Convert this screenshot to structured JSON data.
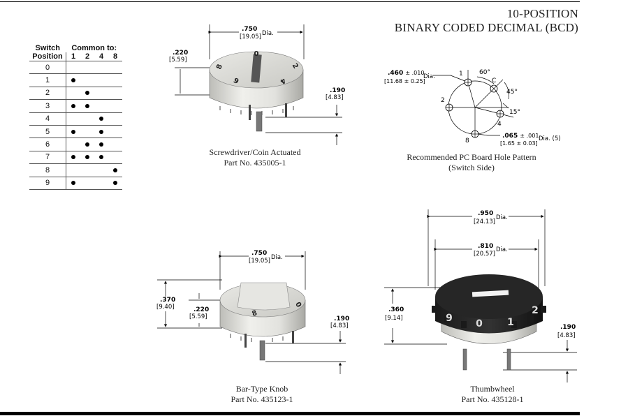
{
  "title": {
    "line1": "10-POSITION",
    "line2": "BINARY CODED DECIMAL (BCD)"
  },
  "table": {
    "header_switch": "Switch",
    "header_position": "Position",
    "header_common": "Common to:",
    "bits": [
      "1",
      "2",
      "4",
      "8"
    ],
    "rows": [
      {
        "pos": "0",
        "on": [
          false,
          false,
          false,
          false
        ]
      },
      {
        "pos": "1",
        "on": [
          true,
          false,
          false,
          false
        ]
      },
      {
        "pos": "2",
        "on": [
          false,
          true,
          false,
          false
        ]
      },
      {
        "pos": "3",
        "on": [
          true,
          true,
          false,
          false
        ]
      },
      {
        "pos": "4",
        "on": [
          false,
          false,
          true,
          false
        ]
      },
      {
        "pos": "5",
        "on": [
          true,
          false,
          true,
          false
        ]
      },
      {
        "pos": "6",
        "on": [
          false,
          true,
          true,
          false
        ]
      },
      {
        "pos": "7",
        "on": [
          true,
          true,
          true,
          false
        ]
      },
      {
        "pos": "8",
        "on": [
          false,
          false,
          false,
          true
        ]
      },
      {
        "pos": "9",
        "on": [
          true,
          false,
          false,
          true
        ]
      }
    ]
  },
  "screwdriver": {
    "caption1": "Screwdriver/Coin Actuated",
    "caption2": "Part No. 435005-1",
    "dia": ".750",
    "dia_mm": "[19.05]",
    "dia_word": "Dia.",
    "h": ".220",
    "h_mm": "[5.59]",
    "pin": ".190",
    "pin_mm": "[4.83]",
    "dial_labels": [
      "0",
      "2",
      "4",
      "6",
      "8"
    ]
  },
  "pcb": {
    "caption1": "Recommended PC Board Hole Pattern",
    "caption2": "(Switch Side)",
    "dia": ".460",
    "dia_tol": "± .010",
    "dia_mm": "[11.68 ± 0.25]",
    "dia_word": "Dia.",
    "hole": ".065",
    "hole_tol": "± .001",
    "hole_mm": "[1.65 ± 0.03]",
    "hole_word": "Dia. (5)",
    "angles": [
      "60°",
      "45°",
      "15°"
    ],
    "labels": [
      "1",
      "C",
      "2",
      "4",
      "8"
    ]
  },
  "bar": {
    "caption1": "Bar-Type Knob",
    "caption2": "Part No. 435123-1",
    "dia": ".750",
    "dia_mm": "[19.05]",
    "dia_word": "Dia.",
    "h1": ".370",
    "h1_mm": "[9.40]",
    "h2": ".220",
    "h2_mm": "[5.59]",
    "pin": ".190",
    "pin_mm": "[4.83]",
    "dial_labels": [
      "8",
      "0"
    ]
  },
  "thumb": {
    "caption1": "Thumbwheel",
    "caption2": "Part No. 435128-1",
    "dia1": ".950",
    "dia1_mm": "[24.13]",
    "dia2": ".810",
    "dia2_mm": "[20.57]",
    "dia_word": "Dia.",
    "h": ".360",
    "h_mm": "[9.14]",
    "pin": ".190",
    "pin_mm": "[4.83]",
    "dial_labels": [
      "9",
      "0",
      "1",
      "2"
    ]
  }
}
